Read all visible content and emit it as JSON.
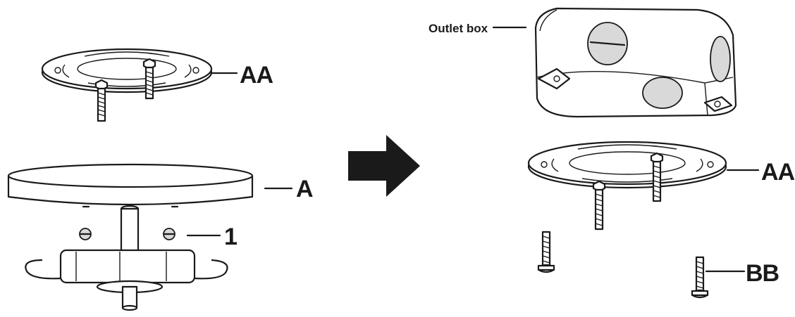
{
  "labels": {
    "aa_left": "AA",
    "a": "A",
    "one": "1",
    "outlet_box": "Outlet box",
    "aa_right": "AA",
    "bb": "BB"
  },
  "colors": {
    "ink": "#1a1a1a",
    "background": "#ffffff",
    "shade": "#d9d9d9"
  },
  "icons": {
    "arrow": "right-arrow-icon"
  }
}
